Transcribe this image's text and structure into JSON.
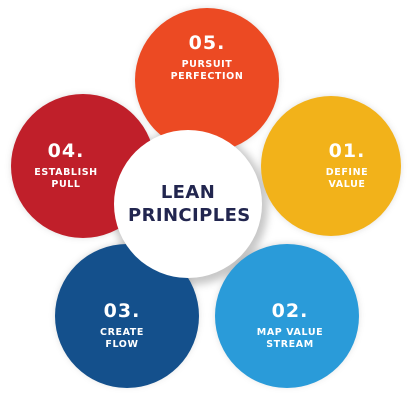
{
  "center": {
    "line1": "LEAN",
    "line2": "PRINCIPLES"
  },
  "principles": [
    {
      "number": "01.",
      "line1": "DEFINE",
      "line2": "VALUE",
      "color": "#f2b21a"
    },
    {
      "number": "02.",
      "line1": "MAP VALUE",
      "line2": "STREAM",
      "color": "#2a9bd9"
    },
    {
      "number": "03.",
      "line1": "CREATE",
      "line2": "FLOW",
      "color": "#14508c"
    },
    {
      "number": "04.",
      "line1": "ESTABLISH",
      "line2": "PULL",
      "color": "#c01f2a"
    },
    {
      "number": "05.",
      "line1": "PURSUIT",
      "line2": "PERFECTION",
      "color": "#ec4a23"
    }
  ],
  "colors": {
    "center_ring_start": "#1c6fb5",
    "center_ring_end": "#e8352a",
    "title_text": "#22264f"
  }
}
